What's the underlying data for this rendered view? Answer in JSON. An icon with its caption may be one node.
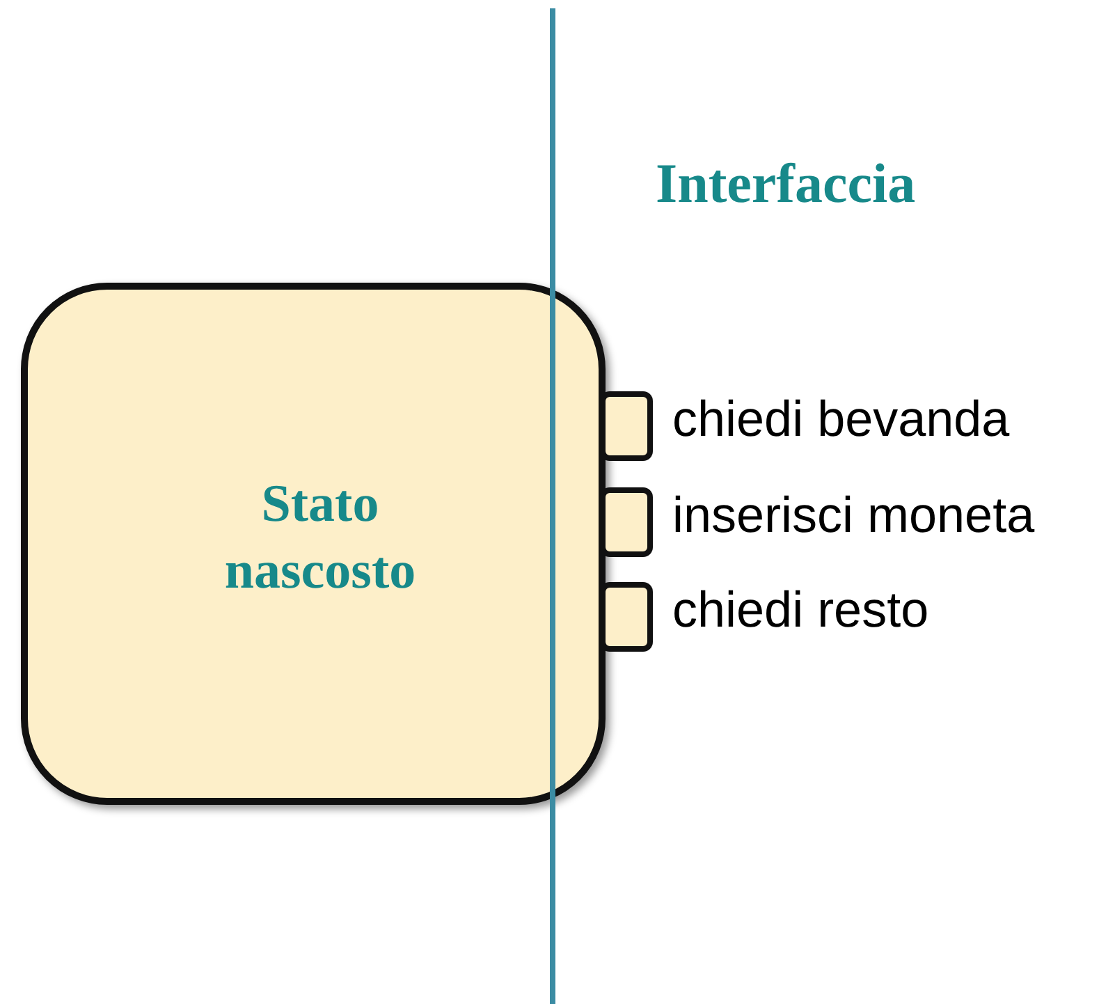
{
  "diagram": {
    "nodes": [
      {
        "text": [
          "Stato nascosto"
        ]
      },
      {
        "text": [],
        "shape": "box",
        "beside": [
          "chiedi bevanda"
        ]
      },
      {
        "text": [],
        "shape": "box",
        "beside": [
          "inserisci moneta"
        ]
      },
      {
        "text": [],
        "shape": "box",
        "beside": [
          "chiedi resto"
        ]
      }
    ],
    "edges": [],
    "labels": [
      "Interfaccia"
    ]
  }
}
